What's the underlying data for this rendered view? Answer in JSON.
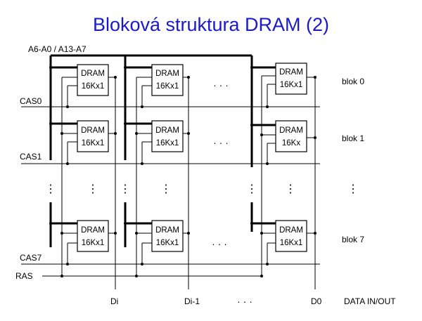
{
  "slide": {
    "title": "Bloková struktura DRAM (2)"
  },
  "labels": {
    "address_bus": "A6-A0 / A13-A7",
    "cas0": "CAS0",
    "cas1": "CAS1",
    "cas7": "CAS7",
    "ras": "RAS",
    "di": "Di",
    "di_minus_1": "Di-1",
    "d0": "D0",
    "data_in_out": "DATA IN/OUT",
    "blok0": "blok 0",
    "blok1": "blok 1",
    "blok7": "blok 7",
    "ellipsis_h": "· · ·",
    "ellipsis_v": "⋮"
  },
  "chips": {
    "line1": "DRAM",
    "line2_default": "16Kx1",
    "line2_short": "16Kx"
  }
}
